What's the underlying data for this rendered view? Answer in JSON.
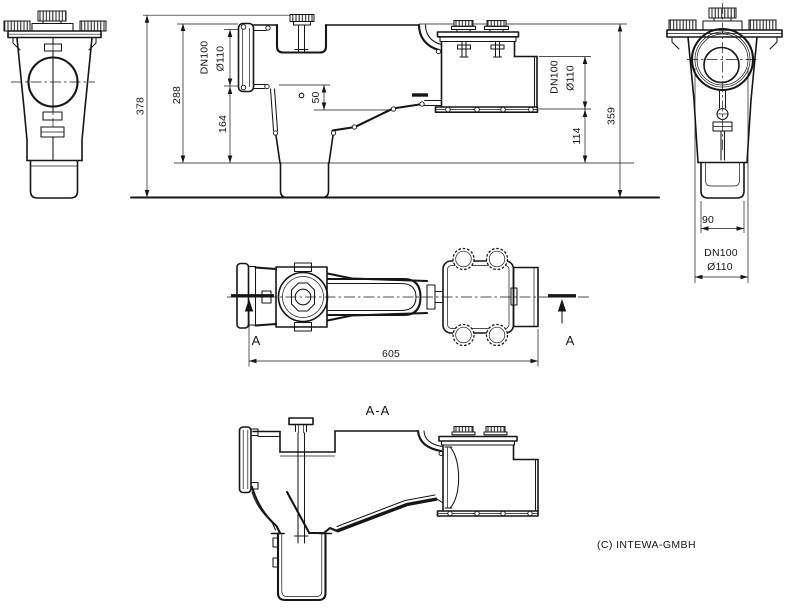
{
  "colors": {
    "ink": "#161616",
    "paper": "#ffffff"
  },
  "views": {
    "front": {
      "dim_overall_height": "378",
      "dim_inlet_top": "288",
      "inlet_dn": "DN100",
      "inlet_dia": "Ø110",
      "dim_inlet_invert": "164",
      "dim_weir": "50",
      "outlet_dn": "DN100",
      "outlet_dia": "Ø110",
      "dim_outlet_invert": "114",
      "dim_body_height": "359"
    },
    "top": {
      "dim_length": "605",
      "section_letter": "A"
    },
    "right_side": {
      "dim_spigot": "90",
      "dn": "DN100",
      "dia": "Ø110"
    },
    "section": {
      "label": "A-A"
    }
  },
  "footer": {
    "copyright": "(C) INTEWA-GMBH"
  }
}
